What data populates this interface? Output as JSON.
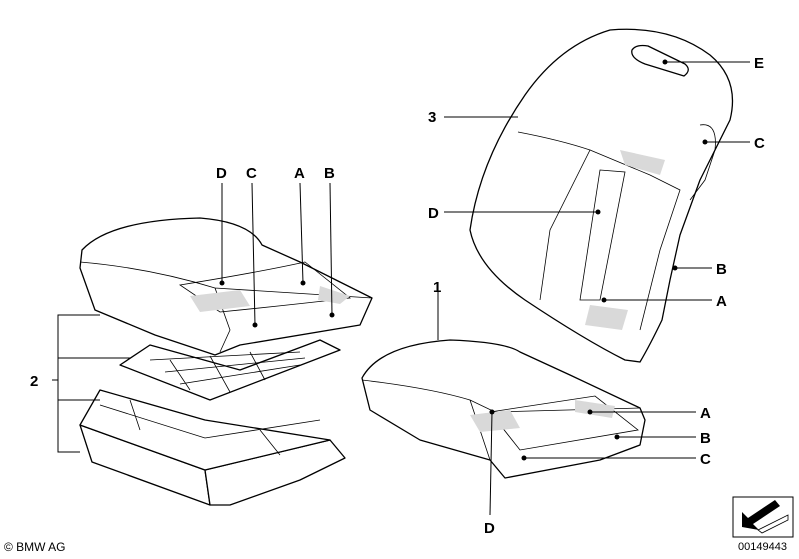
{
  "diagram": {
    "callouts": {
      "d_cushion_top": "D",
      "c_cushion_top": "C",
      "a_cushion_top": "A",
      "b_cushion_top": "B",
      "num_2": "2",
      "num_3": "3",
      "e_back": "E",
      "c_back": "C",
      "d_back": "D",
      "b_back": "B",
      "a_back": "A",
      "num_1": "1",
      "a_right": "A",
      "b_right": "B",
      "c_right": "C",
      "d_bottom": "D"
    },
    "footer": {
      "copyright": "© BMW AG",
      "part_number": "00149443"
    }
  }
}
